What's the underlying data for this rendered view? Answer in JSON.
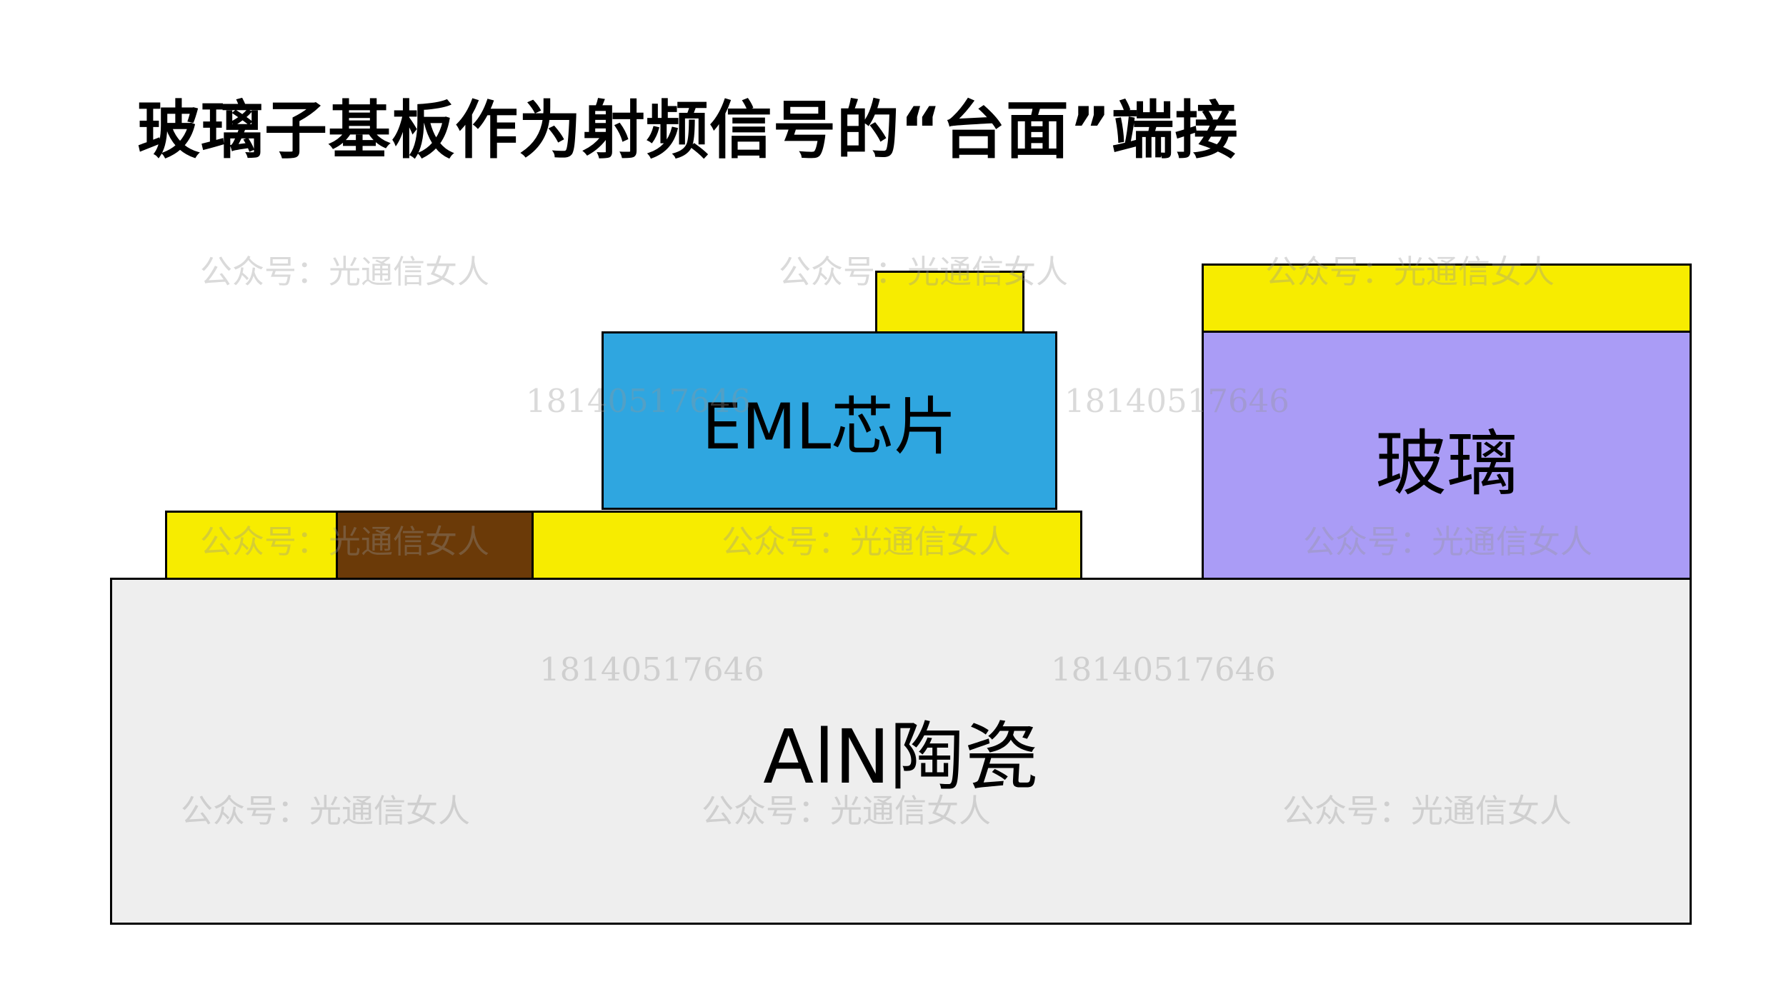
{
  "title": "玻璃子基板作为射频信号的“台面”端接",
  "layers": {
    "aln": "AlN陶瓷",
    "eml": "EML芯片",
    "glass": "玻璃"
  },
  "colors": {
    "gold_pad": "#f7ec00",
    "eml_chip": "#2fa6e0",
    "glass": "#aa9cf6",
    "resistor": "#6b3a08",
    "aln_ceramic": "#eeeeee"
  },
  "watermarks": {
    "account": "公众号：光通信女人",
    "phone": "18140517646"
  }
}
